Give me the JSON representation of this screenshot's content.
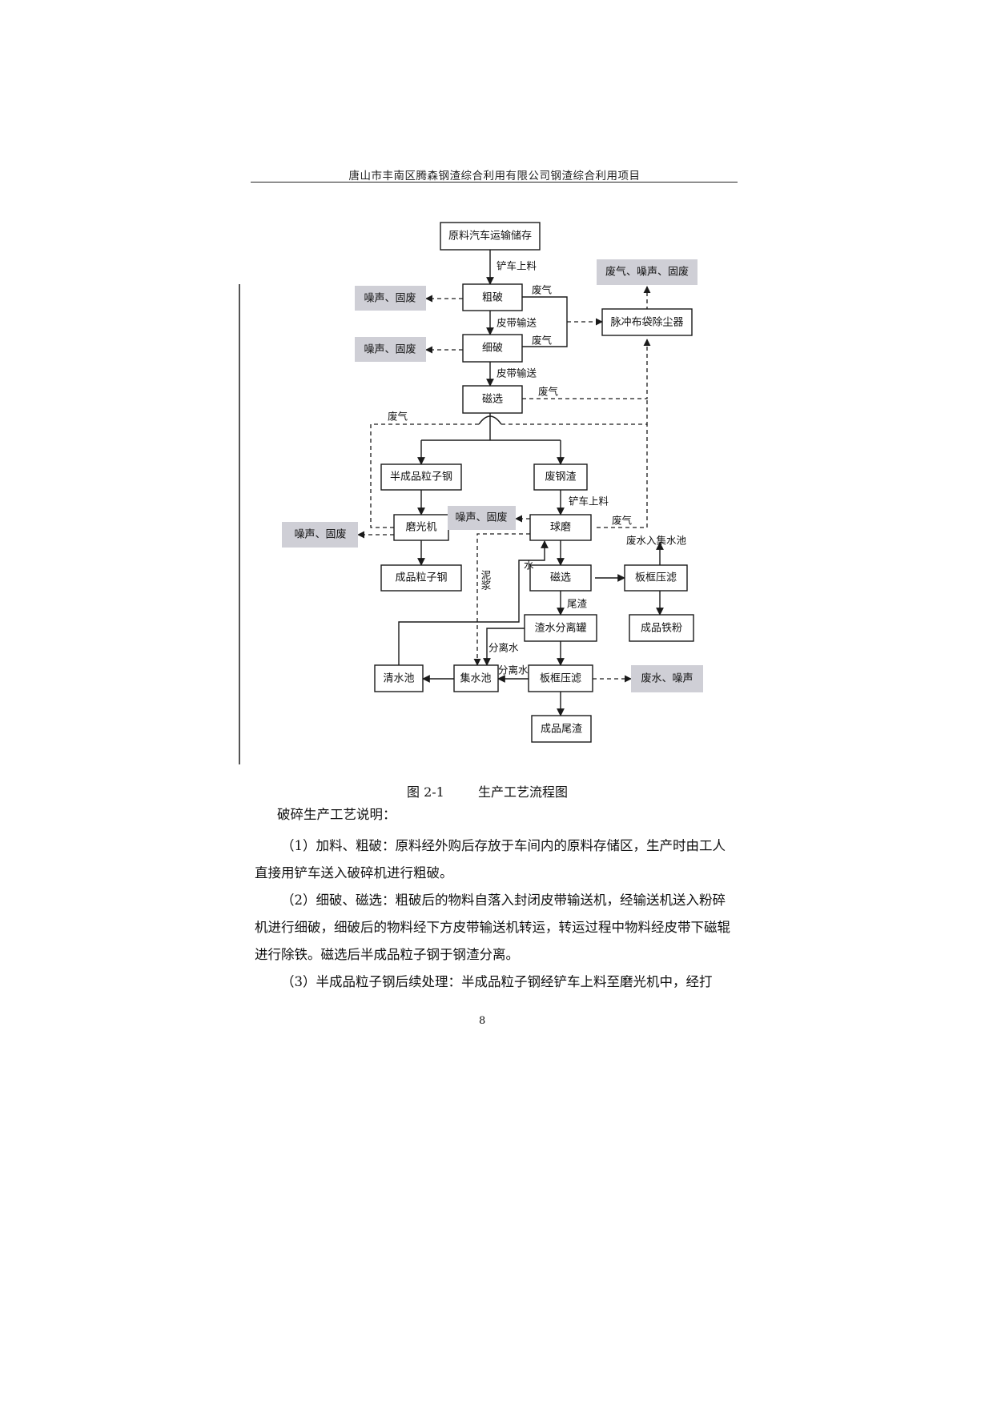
{
  "header": {
    "title": "唐山市丰南区腾森钢渣综合利用有限公司钢渣综合利用项目"
  },
  "flowchart": {
    "nodes": {
      "raw_storage": "原料汽车运输储存",
      "coarse_crush": "粗破",
      "fine_crush": "细破",
      "magnetic_sep_1": "磁选",
      "pulse_filter": "脉冲布袋除尘器",
      "semi_steel": "半成品粒子钢",
      "waste_slag": "废钢渣",
      "polisher": "磨光机",
      "ball_mill": "球磨",
      "finished_steel": "成品粒子钢",
      "magnetic_sep_2": "磁选",
      "plate_filter_1": "板框压滤",
      "iron_powder": "成品铁粉",
      "slag_water_tank": "渣水分离罐",
      "clear_pool": "清水池",
      "collect_pool": "集水池",
      "plate_filter_2": "板框压滤",
      "finished_tailings": "成品尾渣"
    },
    "outputs": {
      "coarse": "噪声、固废",
      "fine": "噪声、固废",
      "dust": "废气、噪声、固废",
      "polisher": "噪声、固废",
      "ball_mill": "噪声、固废",
      "filter": "废水、噪声"
    },
    "labels": {
      "shovel_load_1": "铲车上料",
      "belt_1": "皮带输送",
      "belt_2": "皮带输送",
      "gas_1": "废气",
      "gas_2": "废气",
      "gas_3": "废气",
      "gas_4": "废气",
      "gas_5": "废气",
      "shovel_load_2": "铲车上料",
      "wastewater_to_pool": "废水入集水池",
      "water": "水",
      "slurry": "泥浆",
      "tailings": "尾渣",
      "separated_water_1": "分离水",
      "separated_water_2": "分离水"
    }
  },
  "caption": {
    "number": "图 2-1",
    "title": "生产工艺流程图"
  },
  "section_title": "破碎生产工艺说明：",
  "paragraphs": [
    "（1）加料、粗破：原料经外购后存放于车间内的原料存储区，生产时由工人直接用铲车送入破碎机进行粗破。",
    "（2）细破、磁选：粗破后的物料自落入封闭皮带输送机，经输送机送入粉碎机进行细破，细破后的物料经下方皮带输送机转运，转运过程中物料经皮带下磁辊进行除铁。磁选后半成品粒子钢于钢渣分离。",
    "（3）半成品粒子钢后续处理：半成品粒子钢经铲车上料至磨光机中，经打"
  ],
  "page_number": "8",
  "colors": {
    "shaded_box": "#cfcfd6",
    "line": "#1a1a1a"
  }
}
